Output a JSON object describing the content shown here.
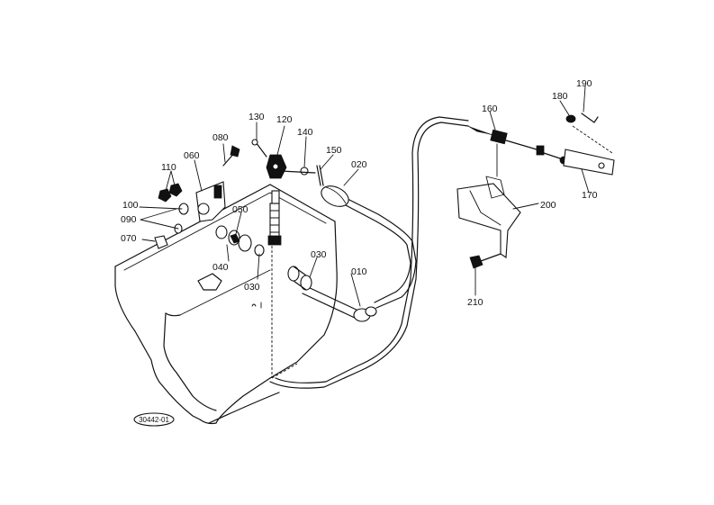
{
  "labels": {
    "p010": "010",
    "p020": "020",
    "p030a": "030",
    "p030b": "030",
    "p040": "040",
    "p050": "050",
    "p060": "060",
    "p070": "070",
    "p080": "080",
    "p090": "090",
    "p100": "100",
    "p110": "110",
    "p120": "120",
    "p130": "130",
    "p140": "140",
    "p150": "150",
    "p160": "160",
    "p170": "170",
    "p180": "180",
    "p190": "190",
    "p200": "200",
    "p210": "210"
  },
  "reference_code": "30442-01"
}
